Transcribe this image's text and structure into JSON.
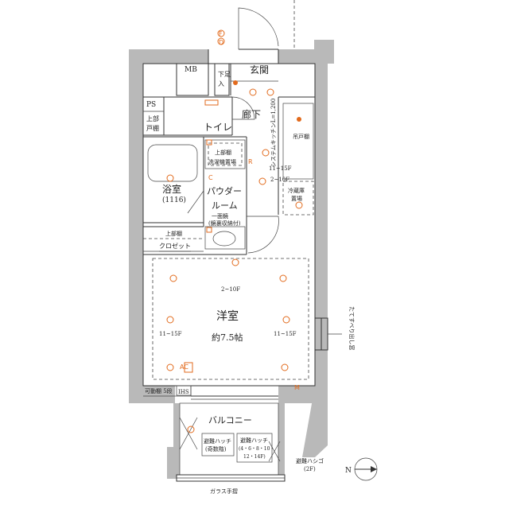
{
  "rooms": {
    "mb": "MB",
    "genkan": "玄関",
    "shimoashi_1": "下足",
    "shimoashi_2": "入",
    "ps": "PS",
    "uebu_todana_1": "上部",
    "uebu_todana_2": "戸棚",
    "toilet": "トイレ",
    "roka": "廊下",
    "system_kitchen": "システムキッチンL=1,200",
    "kitchen_todana": "吊戸棚",
    "uebu_dana": "上部棚",
    "sentakuki": "洗濯機置場",
    "yokushitsu": "浴室",
    "yokushitsu_size": "(1116)",
    "powder_1": "パウダー",
    "powder_2": "ルーム",
    "mirror_1": "一面鏡",
    "mirror_2": "(鏡裏収納付)",
    "reizoko_1": "冷蔵庫",
    "reizoko_2": "置場",
    "uebu_dana_2": "上部棚",
    "closet": "クロゼット",
    "youshitsu": "洋室",
    "youshitsu_size": "約7.5帖",
    "kadou_dana": "可動棚 5段",
    "ihs": "IHS",
    "balcony": "バルコニー",
    "hatch_1a": "避難ハッチ",
    "hatch_1b": "(奇数階)",
    "hatch_2a": "避難ハッチ",
    "hatch_2b": "(4・6・8・10・",
    "hatch_2c": "12・14F)",
    "hashigo_1": "避難ハシゴ",
    "hashigo_2": "(2F)",
    "glass": "ガラス手摺",
    "window": "たてすべり出し窓",
    "north": "N"
  },
  "annotations": {
    "f_1115_a": "11~15F",
    "f_210_a": "2~10F",
    "f_210_b": "2~10F",
    "f_1115_b": "11~15F",
    "f_1115_c": "11~15F",
    "ac": "AC",
    "r": "R",
    "c": "C",
    "m": "M",
    "f": "F",
    "d": "D"
  },
  "colors": {
    "wall": "#b9b9b9",
    "equipment": "#e26a1c",
    "line": "#333333"
  }
}
